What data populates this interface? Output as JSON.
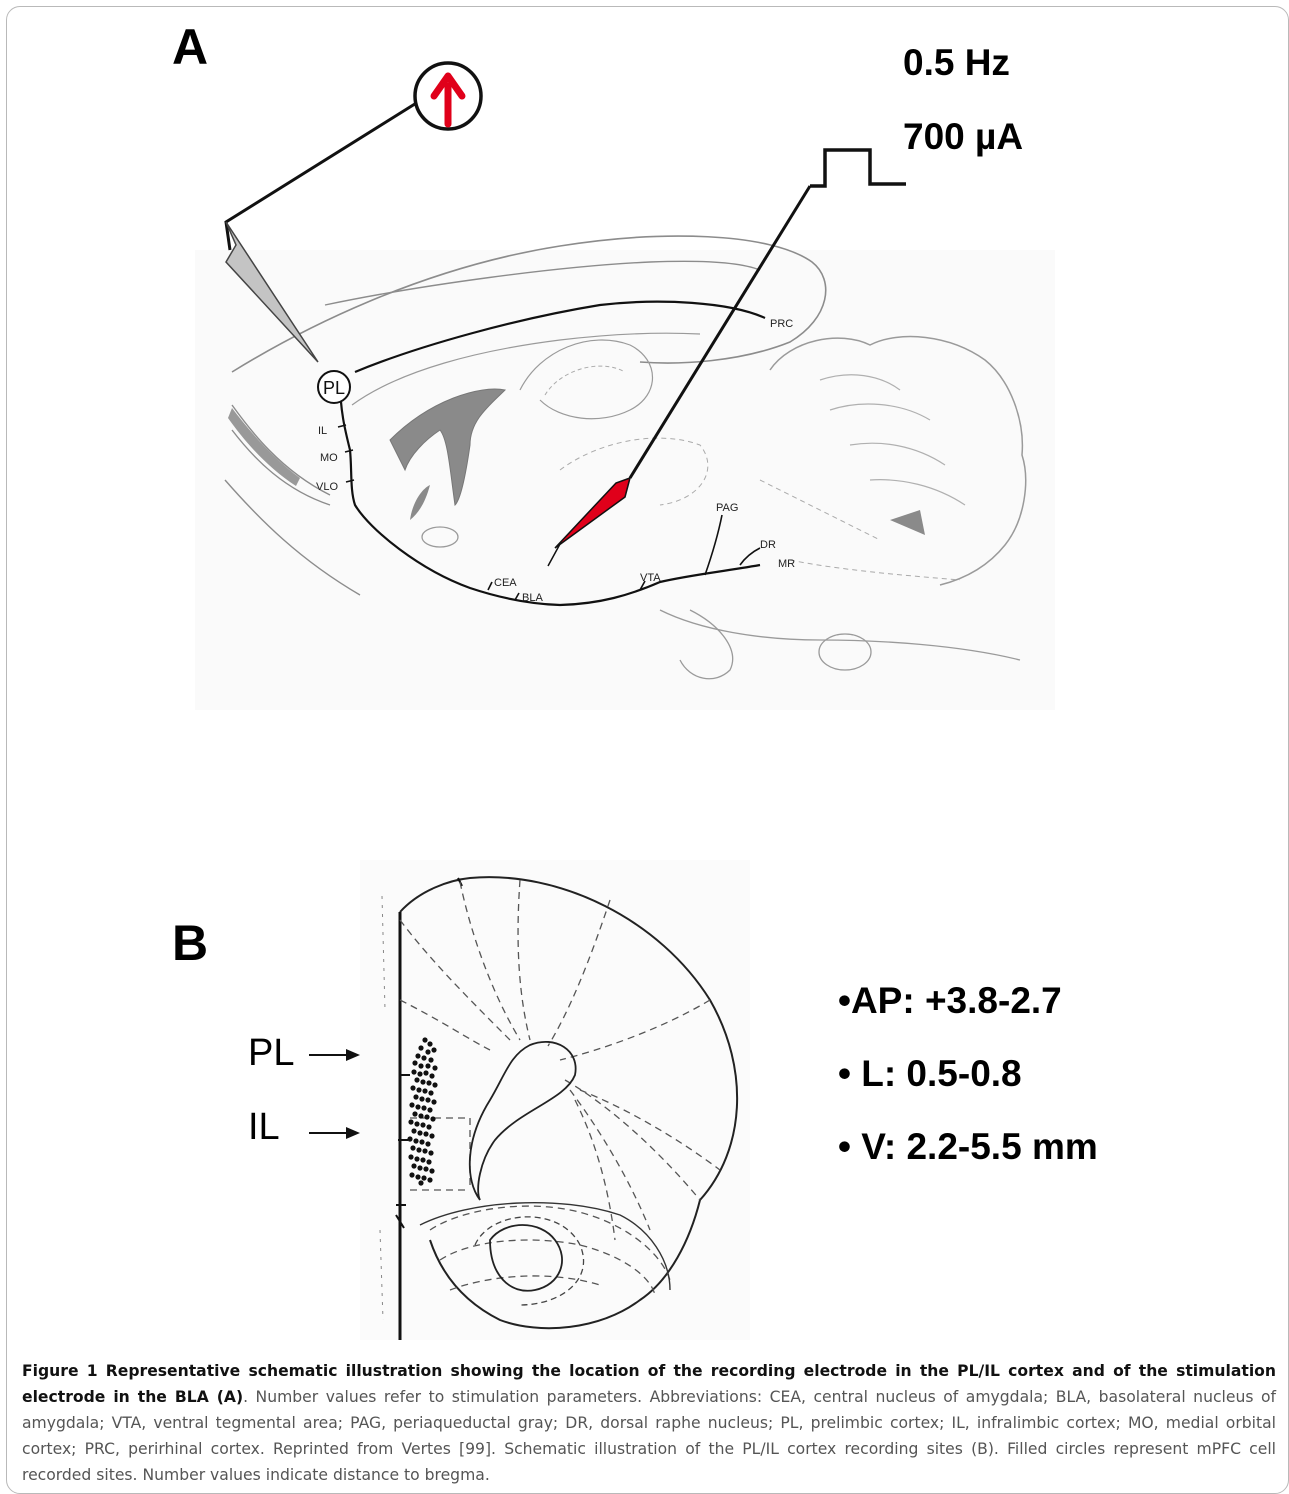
{
  "panel_a": {
    "letter": "A",
    "frequency": "0.5 Hz",
    "current": "700 µA",
    "labels": {
      "pl": "PL",
      "il": "IL",
      "mo": "MO",
      "vlo": "VLO",
      "prc": "PRC",
      "cea": "CEA",
      "bla": "BLA",
      "vta": "VTA",
      "pag": "PAG",
      "dr": "DR",
      "mr": "MR"
    }
  },
  "panel_b": {
    "letter": "B",
    "pl_label": "PL",
    "il_label": "IL",
    "coordinates": [
      "•AP: +3.8-2.7",
      "• L: 0.5-0.8",
      "• V: 2.2-5.5 mm"
    ]
  },
  "caption": {
    "bold": "Figure 1 Representative schematic illustration showing the location of the recording electrode in the PL/IL cortex and of the stimulation electrode in the BLA (A)",
    "text": ". Number values refer to stimulation parameters. Abbreviations: CEA, central nucleus of amygdala; BLA, basolateral nucleus of amygdala; VTA, ventral tegmental area; PAG, periaqueductal gray; DR, dorsal raphe nucleus; PL, prelimbic cortex; IL, infralimbic cortex; MO, medial orbital cortex; PRC, perirhinal cortex. Reprinted from Vertes [99]. Schematic illustration of the PL/IL cortex recording sites (B). Filled circles represent mPFC cell recorded sites. Number values indicate distance to bregma."
  },
  "colors": {
    "stim_red": "#e0001a",
    "electrode_gray": "#bdbdbd",
    "ventricle_gray": "#8a8a8a"
  }
}
